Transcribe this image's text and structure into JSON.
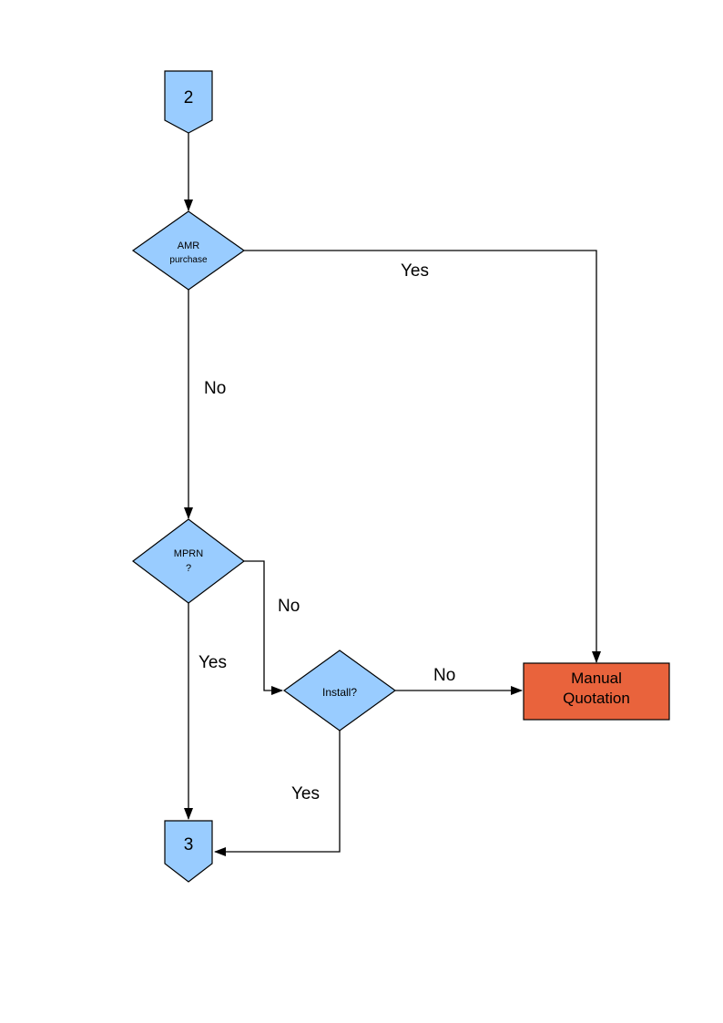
{
  "diagram": {
    "type": "flowchart",
    "colors": {
      "node_fill": "#99CCFF",
      "node_stroke": "#000000",
      "highlight_fill": "#E9633C",
      "connector_line": "#000000",
      "text": "#000000",
      "background": "#FFFFFF"
    },
    "nodes": {
      "connector_2": {
        "shape": "off-page-connector",
        "label": "2"
      },
      "amr_purchase": {
        "shape": "decision",
        "line1": "AMR",
        "line2": "purchase"
      },
      "mprn": {
        "shape": "decision",
        "line1": "MPRN",
        "line2": "?"
      },
      "install": {
        "shape": "decision",
        "label": "Install?"
      },
      "manual_quotation": {
        "shape": "process",
        "line1": "Manual",
        "line2": "Quotation"
      },
      "connector_3": {
        "shape": "off-page-connector",
        "label": "3"
      }
    },
    "edges": {
      "amr_yes": {
        "from": "amr_purchase",
        "to": "manual_quotation",
        "label": "Yes"
      },
      "amr_no": {
        "from": "amr_purchase",
        "to": "mprn",
        "label": "No"
      },
      "mprn_no": {
        "from": "mprn",
        "to": "install",
        "label": "No"
      },
      "mprn_yes": {
        "from": "mprn",
        "to": "connector_3",
        "label": "Yes"
      },
      "install_no": {
        "from": "install",
        "to": "manual_quotation",
        "label": "No"
      },
      "install_yes": {
        "from": "install",
        "to": "connector_3",
        "label": "Yes"
      }
    }
  }
}
